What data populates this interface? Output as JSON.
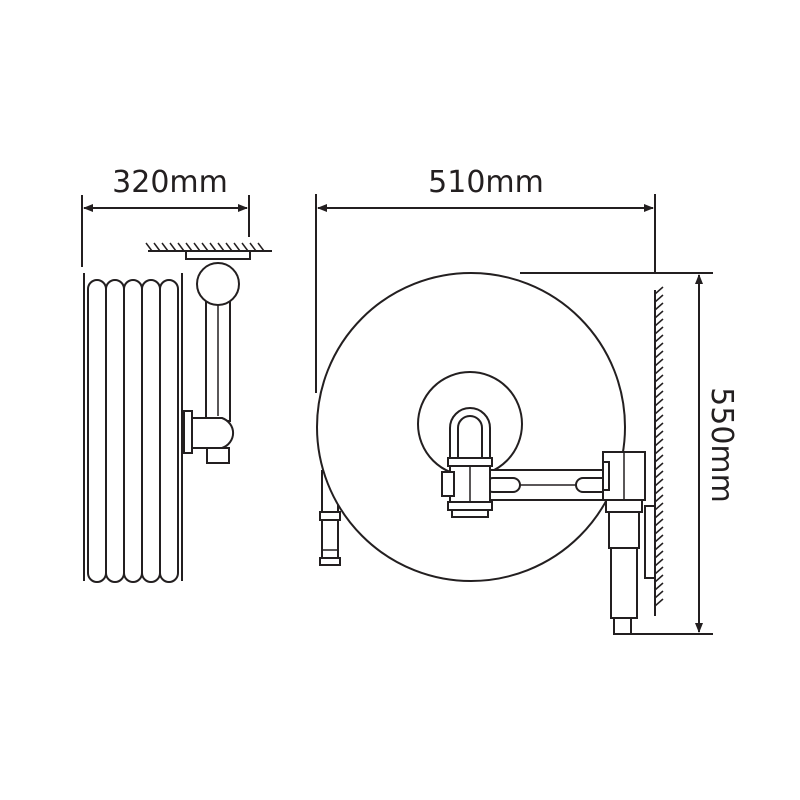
{
  "dimensions": {
    "width_side": "320mm",
    "width_front": "510mm",
    "height_front": "550mm"
  },
  "colors": {
    "line": "#231f20",
    "background": "#ffffff"
  }
}
